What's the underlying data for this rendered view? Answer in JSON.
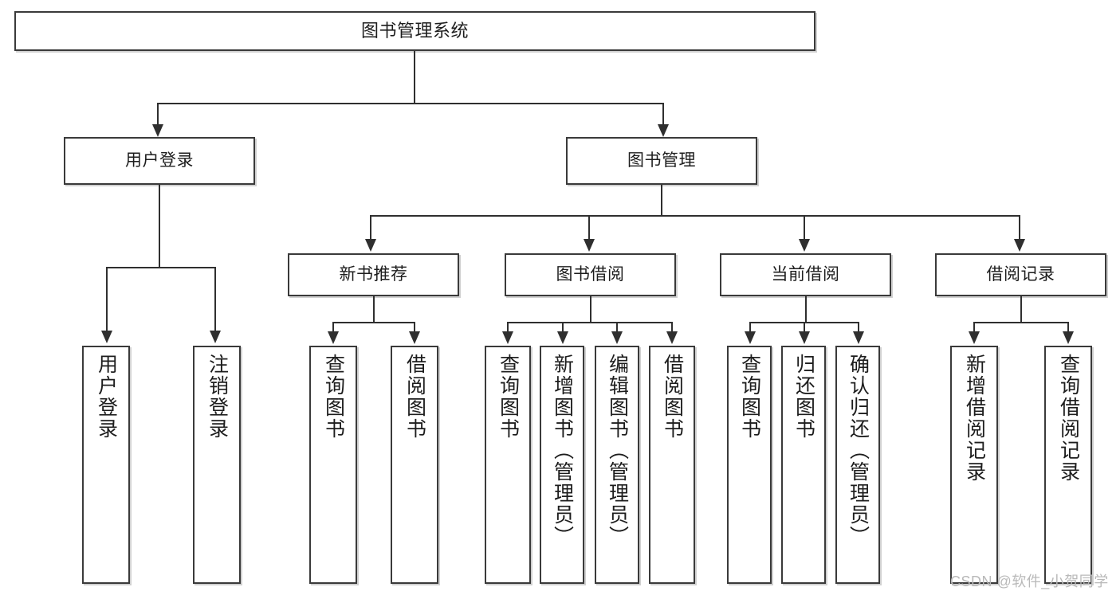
{
  "diagram": {
    "type": "tree-hierarchy-chart",
    "title": "图书管理系统",
    "orientation": "top-down",
    "levels": 4,
    "colors": {
      "box_border": "#3a3a3a",
      "connector": "#2f2f2f",
      "background": "#ffffff",
      "text": "#1d1d1d",
      "watermark": "#b9b9b9"
    }
  },
  "root": {
    "label": "图书管理系统"
  },
  "level2": [
    {
      "label": "用户登录"
    },
    {
      "label": "图书管理"
    }
  ],
  "level3": [
    {
      "label": "新书推荐"
    },
    {
      "label": "图书借阅"
    },
    {
      "label": "当前借阅"
    },
    {
      "label": "借阅记录"
    }
  ],
  "leaves": {
    "user_login": [
      {
        "label": "用户登录"
      },
      {
        "label": "注销登录"
      }
    ],
    "new_book_recommend": [
      {
        "label": "查询图书"
      },
      {
        "label": "借阅图书"
      }
    ],
    "book_borrow": [
      {
        "label": "查询图书"
      },
      {
        "label": "新增图书（管理员）"
      },
      {
        "label": "编辑图书（管理员）"
      },
      {
        "label": "借阅图书"
      }
    ],
    "current_borrow": [
      {
        "label": "查询图书"
      },
      {
        "label": "归还图书"
      },
      {
        "label": "确认归还（管理员）"
      }
    ],
    "borrow_record": [
      {
        "label": "新增借阅记录"
      },
      {
        "label": "查询借阅记录"
      }
    ]
  },
  "watermark": {
    "text": "CSDN @软件_小贺同学"
  }
}
